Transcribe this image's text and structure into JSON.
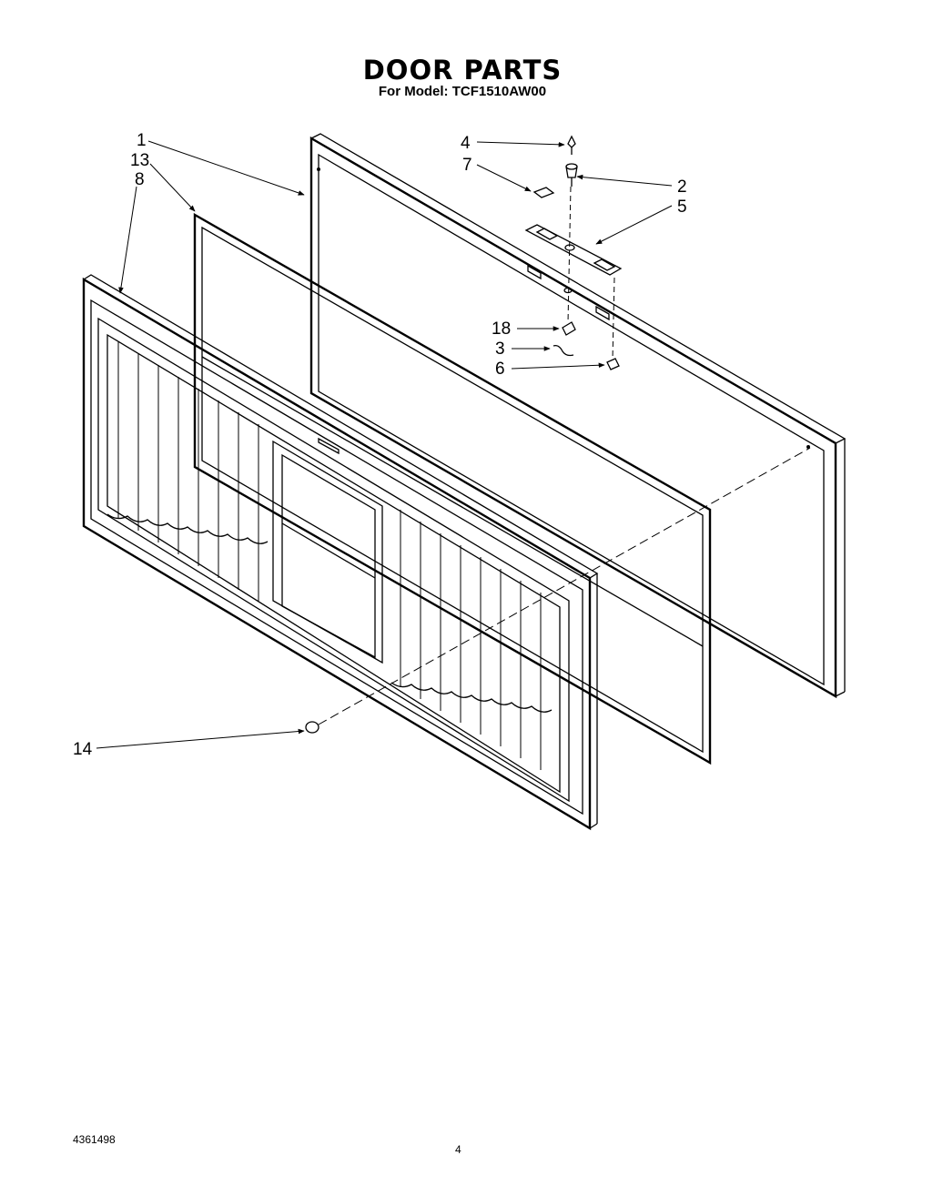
{
  "title": "DOOR PARTS",
  "subtitle": "For Model: TCF1510AW00",
  "callouts": {
    "c1": "1",
    "c13": "13",
    "c8": "8",
    "c4": "4",
    "c7": "7",
    "c2": "2",
    "c5": "5",
    "c18": "18",
    "c3": "3",
    "c6": "6",
    "c14": "14"
  },
  "footer": {
    "doc_number": "4361498",
    "page_number": "4"
  }
}
